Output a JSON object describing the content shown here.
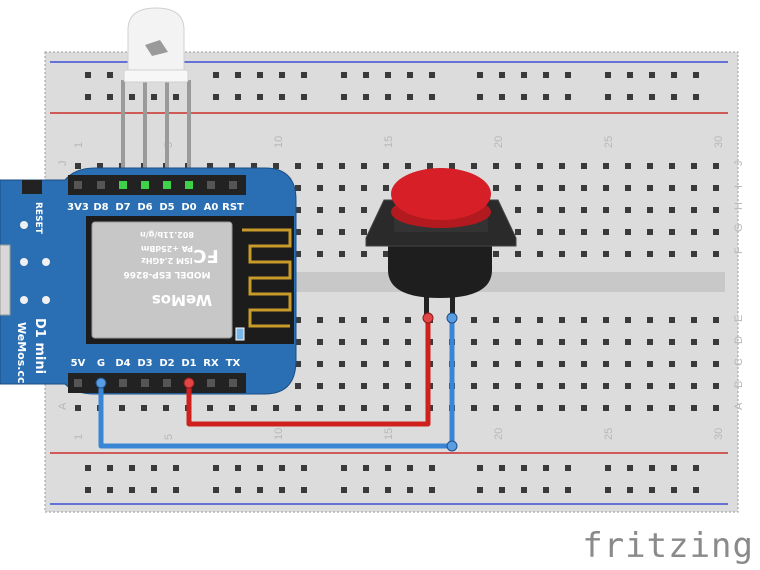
{
  "breadboard": {
    "column_numbers": [
      "1",
      "5",
      "10",
      "15",
      "20",
      "25",
      "30"
    ],
    "row_letters_top": [
      "J",
      "I",
      "H",
      "G",
      "F"
    ],
    "row_letters_bottom": [
      "E",
      "D",
      "C",
      "B",
      "A"
    ]
  },
  "wemos": {
    "top_pins": [
      "3V3",
      "D8",
      "D7",
      "D6",
      "D5",
      "D0",
      "A0",
      "RST"
    ],
    "bottom_pins": [
      "5V",
      "G",
      "D4",
      "D3",
      "D2",
      "D1",
      "RX",
      "TX"
    ],
    "reset_label": "RESET",
    "board_name": "D1 mini",
    "board_site": "WeMos.cc",
    "module_brand": "WeMos",
    "module_model": "MODEL ESP-8266",
    "module_ism": "ISM 2.4GHz",
    "module_pa": "PA +25dBm",
    "module_wifi": "802.11b/g/n",
    "fc_mark": "FC"
  },
  "logo": {
    "text": "fritzing"
  },
  "colors": {
    "board": "#2a6fb4",
    "wire_red": "#d0201e",
    "wire_blue": "#3a86d6",
    "button": "#d61f26"
  }
}
